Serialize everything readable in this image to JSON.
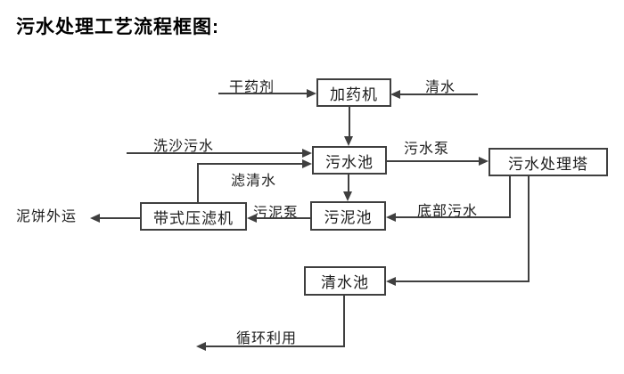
{
  "title": "污水处理工艺流程框图:",
  "diagram": {
    "type": "flowchart",
    "nodes": {
      "dosing_machine": "加药机",
      "sewage_pool": "污水池",
      "sewage_treatment_tower": "污水处理塔",
      "sludge_pool": "污泥池",
      "belt_filter_press": "带式压滤机",
      "clean_water_pool": "清水池"
    },
    "labels": {
      "dry_agent": "干药剂",
      "clean_water": "清水",
      "sand_washing_sewage": "洗沙污水",
      "sewage_pump": "污水泵",
      "filtered_water": "滤清水",
      "sludge_pump": "污泥泵",
      "bottom_sewage": "底部污水",
      "mud_cake_outbound": "泥饼外运",
      "recycle_use": "循环利用"
    },
    "edges": [
      {
        "from": "external",
        "to": "dosing_machine",
        "label": "干药剂"
      },
      {
        "from": "external",
        "to": "dosing_machine",
        "label": "清水"
      },
      {
        "from": "dosing_machine",
        "to": "sewage_pool",
        "label": ""
      },
      {
        "from": "external",
        "to": "sewage_pool",
        "label": "洗沙污水"
      },
      {
        "from": "belt_filter_press",
        "to": "sewage_pool",
        "label": "滤清水"
      },
      {
        "from": "sewage_pool",
        "to": "sewage_treatment_tower",
        "label": "污水泵"
      },
      {
        "from": "sewage_pool",
        "to": "sludge_pool",
        "label": ""
      },
      {
        "from": "sewage_treatment_tower",
        "to": "sludge_pool",
        "label": "底部污水"
      },
      {
        "from": "sludge_pool",
        "to": "belt_filter_press",
        "label": "污泥泵"
      },
      {
        "from": "belt_filter_press",
        "to": "external",
        "label": "泥饼外运"
      },
      {
        "from": "sewage_treatment_tower",
        "to": "clean_water_pool",
        "label": ""
      },
      {
        "from": "clean_water_pool",
        "to": "external",
        "label": "循环利用"
      }
    ],
    "colors": {
      "line": "#3f3f3f",
      "box_border": "#3f3f3f",
      "box_fill": "#ffffff",
      "text": "#1c1c1c",
      "background": "#ffffff"
    }
  }
}
